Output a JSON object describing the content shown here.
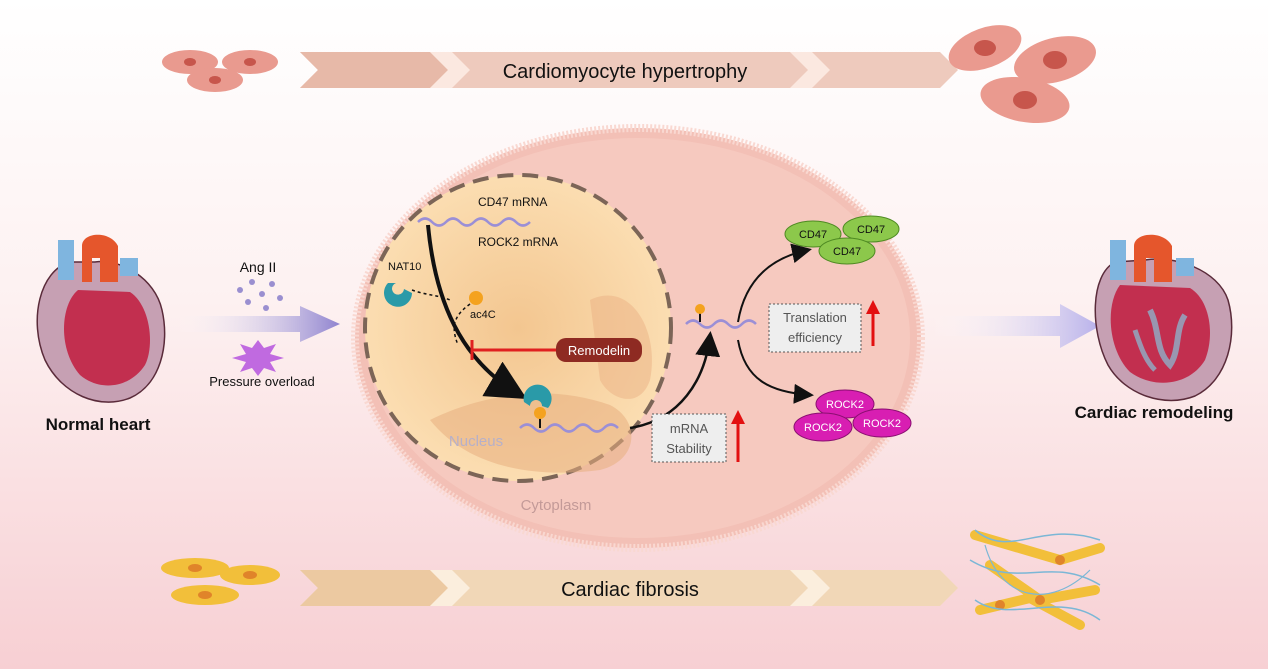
{
  "banners": {
    "top": "Cardiomyocyte hypertrophy",
    "bottom": "Cardiac fibrosis"
  },
  "left": {
    "heart_label": "Normal heart",
    "stimulus_1": "Ang II",
    "stimulus_2": "Pressure overload"
  },
  "right": {
    "heart_label": "Cardiac remodeling"
  },
  "cell": {
    "nucleus_label": "Nucleus",
    "cytoplasm_label": "Cytoplasm",
    "mrna_1": "CD47 mRNA",
    "mrna_2": "ROCK2 mRNA",
    "enzyme": "NAT10",
    "modification": "ac4C",
    "inhibitor": "Remodelin",
    "stability_box": [
      "mRNA",
      "Stability"
    ],
    "translation_box": [
      "Translation",
      "efficiency"
    ],
    "protein_cd47": "CD47",
    "protein_rock2": "ROCK2"
  },
  "colors": {
    "banner_arrow": "#e8bfae",
    "cell_fill": "#f6c9bf",
    "nucleus_fill": "#fbdcae",
    "nat10": "#2a9aa8",
    "ac4c": "#f4a21f",
    "mrna": "#9b8fd6",
    "remodelin": "#8e2a22",
    "up_arrow": "#e31010",
    "cd47": "#8cc84b",
    "rock2": "#d81eb2"
  }
}
